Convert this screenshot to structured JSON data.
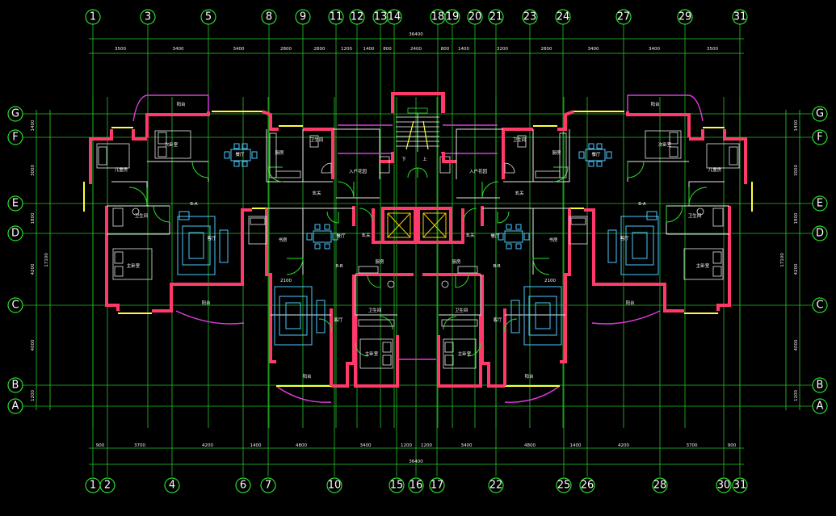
{
  "axes": {
    "top": [
      "1",
      "3",
      "5",
      "8",
      "9",
      "11",
      "12",
      "13",
      "14",
      "18",
      "19",
      "20",
      "21",
      "23",
      "24",
      "27",
      "29",
      "31"
    ],
    "bottom": [
      "1",
      "2",
      "4",
      "6",
      "7",
      "10",
      "15",
      "16",
      "17",
      "22",
      "25",
      "26",
      "28",
      "30",
      "31"
    ],
    "rows": [
      "G",
      "F",
      "E",
      "D",
      "C",
      "B",
      "A"
    ]
  },
  "dimensions": {
    "top_total": "36400",
    "top_segments": [
      "3500",
      "3400",
      "3400",
      "2800",
      "2800",
      "1200",
      "1400",
      "800",
      "2400",
      "800",
      "1400",
      "3200",
      "2800",
      "3400",
      "3400",
      "3500"
    ],
    "bottom_total": "36400",
    "bottom_segments": [
      "900",
      "3700",
      "4200",
      "1400",
      "4800",
      "3400",
      "1200",
      "1200",
      "3400",
      "4800",
      "1400",
      "4200",
      "3700",
      "900"
    ],
    "left_segments": [
      "1400",
      "3000",
      "1800",
      "4200",
      "4000",
      "1200"
    ],
    "left_total": "17100",
    "right_segments": [
      "1400",
      "3000",
      "1800",
      "4200",
      "4000",
      "1200"
    ],
    "right_total": "17100"
  },
  "rooms": {
    "balcony": "阳台",
    "bedroom": "次卧室",
    "dining": "餐厅",
    "kitchen": "厨房",
    "bath": "卫生间",
    "study": "书房",
    "master": "主卧室",
    "living": "客厅",
    "entry": "入户花园",
    "foyer": "玄关",
    "unit_a": "B-A",
    "unit_b": "B-B",
    "child": "儿童房",
    "down": "下",
    "up": "上",
    "size_2100": "2100"
  }
}
